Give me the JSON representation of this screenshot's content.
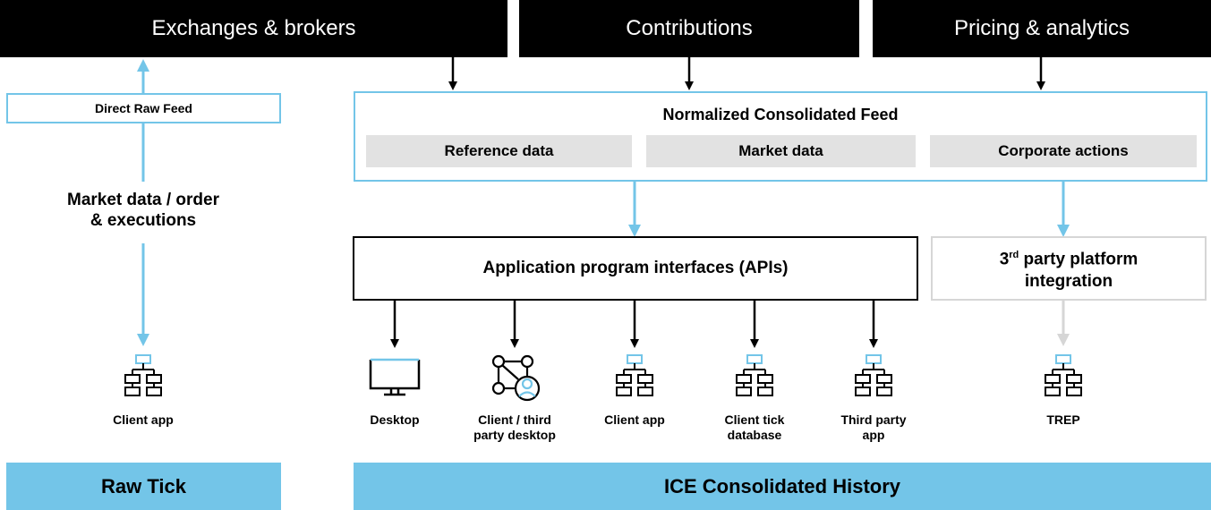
{
  "top_sources": {
    "exchanges": "Exchanges & brokers",
    "contributions": "Contributions",
    "pricing": "Pricing & analytics"
  },
  "raw_path": {
    "feed": "Direct Raw Feed",
    "label_line1": "Market data / order",
    "label_line2": "& executions",
    "endpoint": "Client app",
    "footer": "Raw Tick"
  },
  "consolidated_feed": {
    "title": "Normalized Consolidated Feed",
    "categories": [
      "Reference data",
      "Market data",
      "Corporate actions"
    ]
  },
  "apis": {
    "label": "Application program interfaces (APIs)"
  },
  "third_party": {
    "prefix": "3",
    "sup": "rd",
    "line1_rest": " party platform",
    "line2": "integration",
    "endpoint": "TREP"
  },
  "endpoints": [
    {
      "line1": "Desktop",
      "line2": ""
    },
    {
      "line1": "Client / third",
      "line2": "party desktop"
    },
    {
      "line1": "Client app",
      "line2": ""
    },
    {
      "line1": "Client tick",
      "line2": "database"
    },
    {
      "line1": "Third party",
      "line2": "app"
    }
  ],
  "footer": {
    "consolidated": "ICE Consolidated History"
  },
  "colors": {
    "accent_blue": "#73c5e8",
    "black": "#000000",
    "grey": "#e2e2e2",
    "light_grey": "#d6d6d6"
  }
}
